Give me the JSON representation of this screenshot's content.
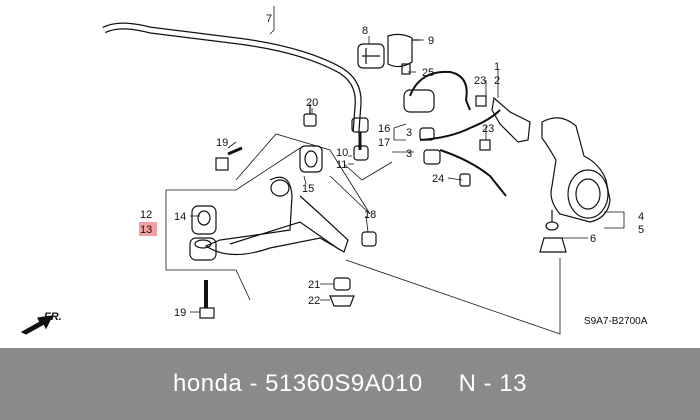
{
  "diagram": {
    "callouts": {
      "c1": "1",
      "c2": "2",
      "c3a": "3",
      "c3b": "3",
      "c4": "4",
      "c5": "5",
      "c6": "6",
      "c7": "7",
      "c8": "8",
      "c9": "9",
      "c10": "10",
      "c11": "11",
      "c12": "12",
      "c13": "13",
      "c14": "14",
      "c15": "15",
      "c16": "16",
      "c17": "17",
      "c18": "18",
      "c19a": "19",
      "c19b": "19",
      "c20": "20",
      "c21": "21",
      "c22": "22",
      "c23a": "23",
      "c23b": "23",
      "c24": "24",
      "c25": "25"
    },
    "front_indicator": "FR.",
    "reference_code": "S9A7-B2700A",
    "highlight_color": "#f4a0a0"
  },
  "caption": {
    "brand": "honda",
    "separator": " - ",
    "part_number": "51360S9A010",
    "gap": "     ",
    "position_label": "N - 13"
  }
}
